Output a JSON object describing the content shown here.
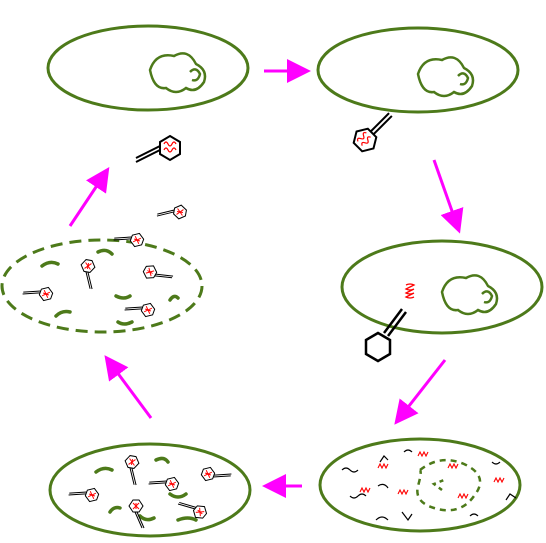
{
  "colors": {
    "cell": "#4d7a1a",
    "arrow": "#ff00ff",
    "dna": "#ff0000",
    "phage": "#000000",
    "background": "#ffffff"
  },
  "stages": [
    {
      "id": "bacterium-intact",
      "cell": "solid",
      "phage_outside": 1
    },
    {
      "id": "attachment",
      "cell": "solid",
      "phage_attached": 1
    },
    {
      "id": "dna-injection",
      "cell": "solid",
      "injected_dna": true
    },
    {
      "id": "replication",
      "cell": "solid",
      "host_dna": "fragmented"
    },
    {
      "id": "assembly",
      "cell": "solid",
      "new_phages": 6
    },
    {
      "id": "lysis",
      "cell": "dashed",
      "released_phages": 6
    }
  ],
  "arrows": [
    "top-right",
    "right-down",
    "down-left",
    "bottom-left",
    "left-up",
    "up-to-phage"
  ]
}
